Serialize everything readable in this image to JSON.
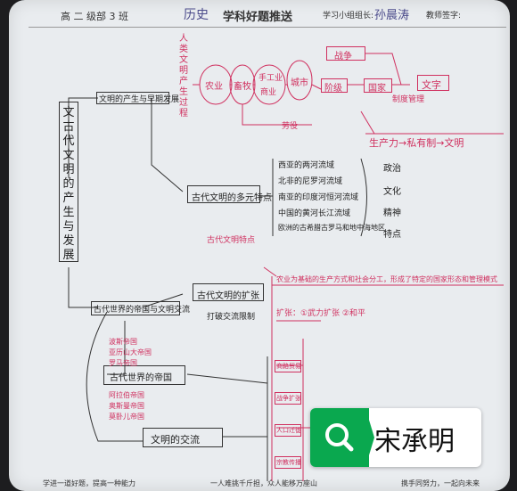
{
  "header": {
    "grade": "高 二 级部 3 班",
    "subject": "历史",
    "title": "学科好题推送",
    "leader_label": "学习小组组长:",
    "leader_name": "孙晨涛",
    "teacher_label": "教师签字:"
  },
  "map": {
    "central_title": "文古代文明的产生与发展",
    "left_branch_top": "文明的产生与早期发展",
    "left_branch_mid": "古代世界的帝国与文明交流",
    "node_regional": "古代文明的多元特点",
    "node_regional_note": "古代文明特点",
    "node_break": "古代文明的扩张",
    "node_break_note": "打破交流限制",
    "node_empires": "古代世界的帝国",
    "node_exchange": "文明的交流",
    "red_top": [
      "农业",
      "畜牧",
      "手工业",
      "商业",
      "城市",
      "阶级",
      "国家",
      "文字",
      "战争",
      "制度管理",
      "劳役"
    ],
    "red_vertical": "人类文明产生过程",
    "flow_right": "生产力→私有制→文明",
    "regions": [
      "西亚的两河流域",
      "北非的尼罗河流域",
      "南亚的印度河恒河流域",
      "中国的黄河长江流域",
      "欧洲的古希腊古罗马和地中海地区"
    ],
    "aspects": [
      "政治",
      "文化",
      "精神",
      "特点"
    ],
    "red_mid": "农业为基础的生产方式和社会分工，形成了特定的国家形态和管理模式",
    "red_mid2": "扩张：①武力扩张 ②和平",
    "empires_list": [
      "波斯帝国",
      "亚历山大帝国",
      "罗马帝国",
      "阿拉伯帝国",
      "奥斯曼帝国",
      "莫卧儿帝国"
    ],
    "exchange_list": [
      "商路贸易",
      "战争扩张",
      "人口迁徙",
      "宗教传播"
    ]
  },
  "badge": {
    "name": "宋承明",
    "icon": "search-icon"
  },
  "footer": {
    "left": "学进一道好题，提高一种能力",
    "mid": "一人难挑千斤担，众人能移万座山",
    "right": "携手同努力，一起向未来"
  },
  "colors": {
    "red": "#d0305f",
    "ink": "#222222",
    "badge_green": "#0aa84f"
  }
}
